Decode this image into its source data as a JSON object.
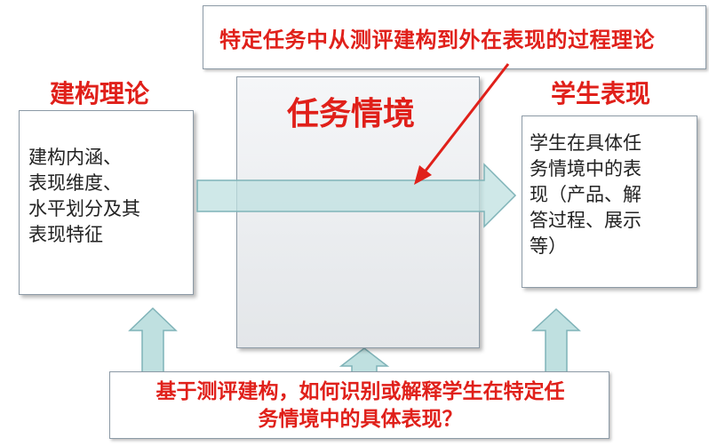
{
  "top_callout": {
    "text": "特定任务中从测评建构到外在表现的过程理论"
  },
  "left_panel": {
    "title": "建构理论",
    "lines": [
      "建构内涵、",
      "表现维度、",
      "水平划分及其",
      "表现特征"
    ]
  },
  "center_panel": {
    "title": "任务情境"
  },
  "right_panel": {
    "title": "学生表现",
    "lines": [
      "学生在具体任",
      "务情境中的表",
      "现（产品、解",
      "答过程、展示",
      "等）"
    ]
  },
  "bottom_question": {
    "lines": [
      "基于测评建构，如何识别或解释学生在特定任",
      "务情境中的具体表现？"
    ]
  },
  "colors": {
    "title_red": "#e0201a",
    "arrow_fill": "#bfe0e0",
    "arrow_stroke": "#7fb3b8",
    "box_border": "#8c9aa6",
    "center_fill": "#eef0f2"
  }
}
